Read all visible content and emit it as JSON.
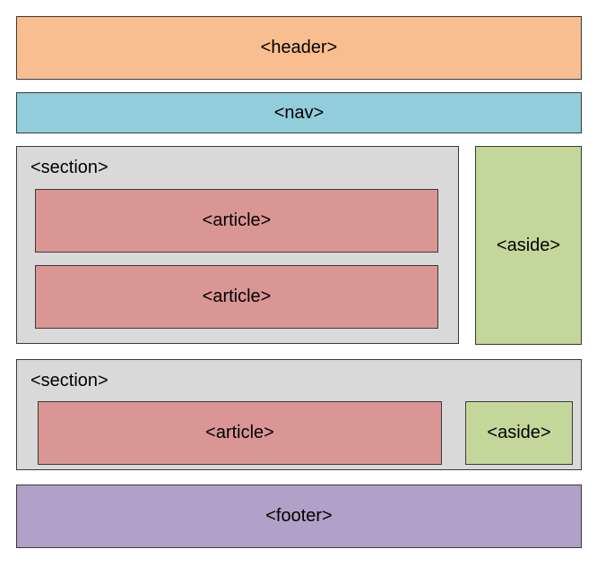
{
  "colors": {
    "header": "#f9be8f",
    "nav": "#92cddc",
    "section": "#d9d9d9",
    "article": "#da9694",
    "aside": "#c4d79b",
    "footer": "#b1a0c7"
  },
  "header": {
    "label": "<header>"
  },
  "nav": {
    "label": "<nav>"
  },
  "section1": {
    "label": "<section>",
    "articles": [
      {
        "label": "<article>"
      },
      {
        "label": "<article>"
      }
    ]
  },
  "aside1": {
    "label": "<aside>"
  },
  "section2": {
    "label": "<section>",
    "article": {
      "label": "<article>"
    },
    "aside": {
      "label": "<aside>"
    }
  },
  "footer": {
    "label": "<footer>"
  }
}
